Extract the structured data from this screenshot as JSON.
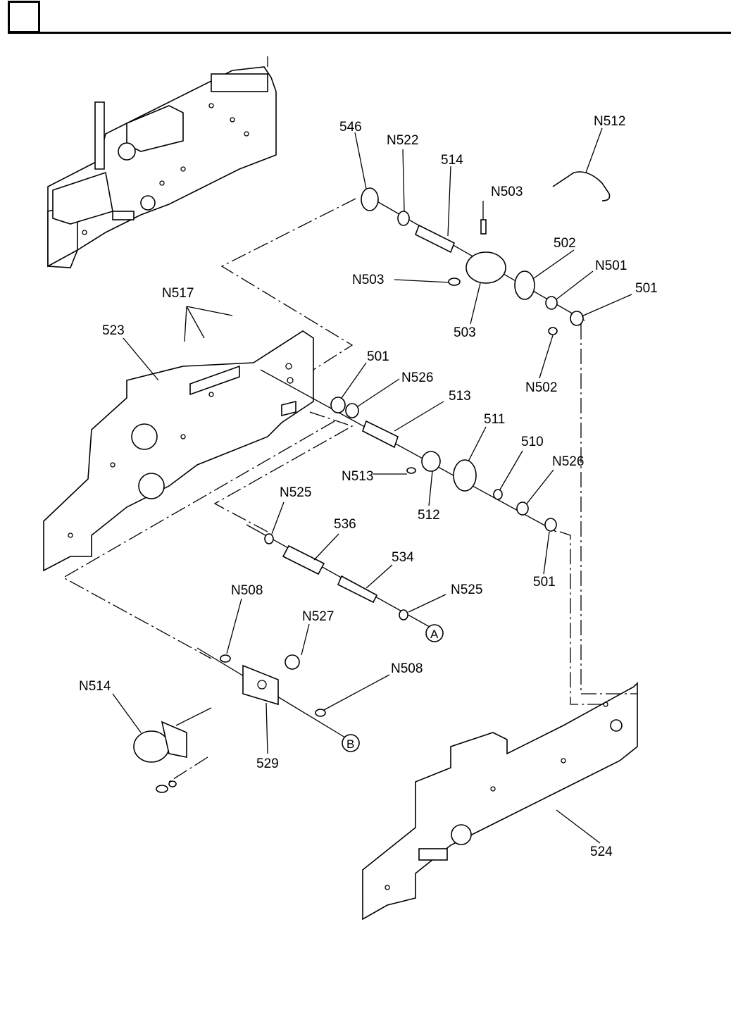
{
  "header": {
    "section_box": "",
    "title": ""
  },
  "diagram": {
    "type": "exploded-parts-view",
    "callouts": [
      {
        "id": "c546",
        "text": "546"
      },
      {
        "id": "cN522",
        "text": "N522"
      },
      {
        "id": "c514",
        "text": "514"
      },
      {
        "id": "cN512",
        "text": "N512"
      },
      {
        "id": "cN503a",
        "text": "N503"
      },
      {
        "id": "cN503b",
        "text": "N503"
      },
      {
        "id": "c502",
        "text": "502"
      },
      {
        "id": "cN501",
        "text": "N501"
      },
      {
        "id": "c501a",
        "text": "501"
      },
      {
        "id": "c503",
        "text": "503"
      },
      {
        "id": "cN502",
        "text": "N502"
      },
      {
        "id": "cN517",
        "text": "N517"
      },
      {
        "id": "c523",
        "text": "523"
      },
      {
        "id": "c501b",
        "text": "501"
      },
      {
        "id": "cN526a",
        "text": "N526"
      },
      {
        "id": "c513",
        "text": "513"
      },
      {
        "id": "c511",
        "text": "511"
      },
      {
        "id": "c510",
        "text": "510"
      },
      {
        "id": "cN526b",
        "text": "N526"
      },
      {
        "id": "cN513",
        "text": "N513"
      },
      {
        "id": "c512",
        "text": "512"
      },
      {
        "id": "cN525a",
        "text": "N525"
      },
      {
        "id": "c536",
        "text": "536"
      },
      {
        "id": "c534",
        "text": "534"
      },
      {
        "id": "c501c",
        "text": "501"
      },
      {
        "id": "cN525b",
        "text": "N525"
      },
      {
        "id": "cN508a",
        "text": "N508"
      },
      {
        "id": "cN527",
        "text": "N527"
      },
      {
        "id": "cN508b",
        "text": "N508"
      },
      {
        "id": "cN514",
        "text": "N514"
      },
      {
        "id": "c529",
        "text": "529"
      },
      {
        "id": "c524",
        "text": "524"
      }
    ],
    "reference_markers": [
      {
        "id": "refA",
        "text": "A"
      },
      {
        "id": "refB",
        "text": "B"
      }
    ]
  }
}
